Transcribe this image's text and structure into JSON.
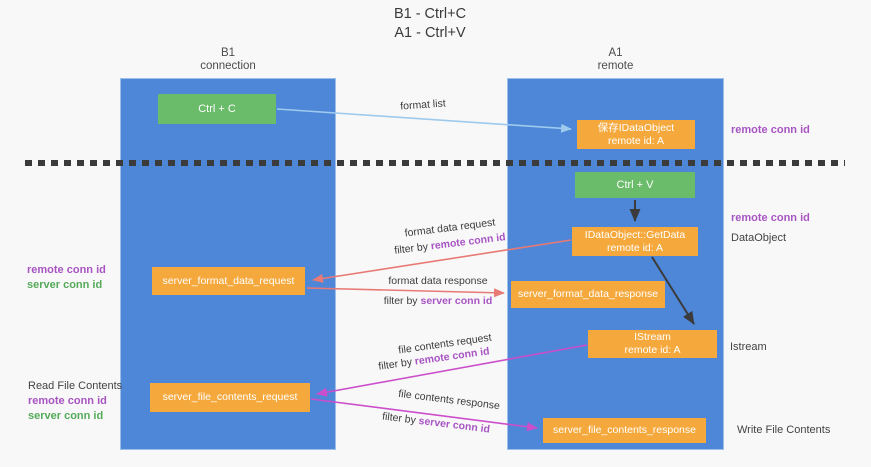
{
  "title": {
    "line1": "B1 - Ctrl+C",
    "line2": "A1 - Ctrl+V"
  },
  "columns": {
    "left": {
      "name": "B1",
      "role": "connection"
    },
    "right": {
      "name": "A1",
      "role": "remote"
    }
  },
  "nodes": {
    "ctrl_c": {
      "label": "Ctrl + C"
    },
    "ctrl_v": {
      "label": "Ctrl + V"
    },
    "saved_dataobject": {
      "line1": "保存IDataObject",
      "line2": "remote id: A"
    },
    "getdata": {
      "line1": "IDataObject::GetData",
      "line2": "remote id: A"
    },
    "istream": {
      "line1": "IStream",
      "line2": "remote id: A"
    },
    "server_format_data_request": {
      "label": "server_format_data_request"
    },
    "server_format_data_response": {
      "label": "server_format_data_response"
    },
    "server_file_contents_request": {
      "label": "server_file_contents_request"
    },
    "server_file_contents_response": {
      "label": "server_file_contents_response"
    }
  },
  "arrow_labels": {
    "format_list": "format list",
    "format_data_request": "format data request",
    "format_data_response": "format data response",
    "file_contents_request": "file contents request",
    "file_contents_response": "file contents response",
    "filter_by": "filter by ",
    "remote_conn_id": "remote conn id",
    "server_conn_id": "server conn id"
  },
  "side_labels": {
    "left_remote_conn_id": "remote conn id",
    "left_server_conn_id": "server conn id",
    "read_file_contents": "Read File Contents",
    "right_remote_conn_id_top": "remote conn id",
    "right_remote_conn_id_mid": "remote conn id",
    "dataobject": "DataObject",
    "istream": "Istream",
    "write_file_contents": "Write File Contents"
  },
  "colors": {
    "column_blue": "#4e86d8",
    "node_green": "#6abb6a",
    "node_orange": "#f5a93d",
    "arrow_salmon": "#e87a76",
    "arrow_magenta": "#cb4ecb",
    "arrow_lightblue": "#9ecaed",
    "arrow_black": "#3b3b3b",
    "label_purple": "#a855c3",
    "label_green": "#55aa5a"
  }
}
